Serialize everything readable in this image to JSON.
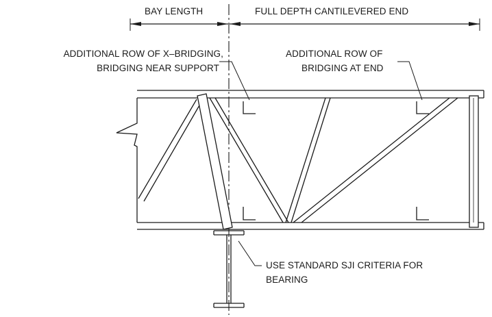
{
  "dimensions": {
    "bay_length": "BAY LENGTH",
    "cantilever": "FULL DEPTH CANTILEVERED END"
  },
  "callouts": {
    "x_bridging_line1": "ADDITIONAL ROW OF X–BRIDGING,",
    "x_bridging_line2": "BRIDGING NEAR SUPPORT",
    "end_bridging_line1": "ADDITIONAL ROW OF",
    "end_bridging_line2": "BRIDGING AT END",
    "bearing_line1": "USE STANDARD SJI CRITERIA FOR",
    "bearing_line2": "BEARING"
  },
  "colors": {
    "line": "#1a1a1a",
    "background": "#ffffff"
  }
}
